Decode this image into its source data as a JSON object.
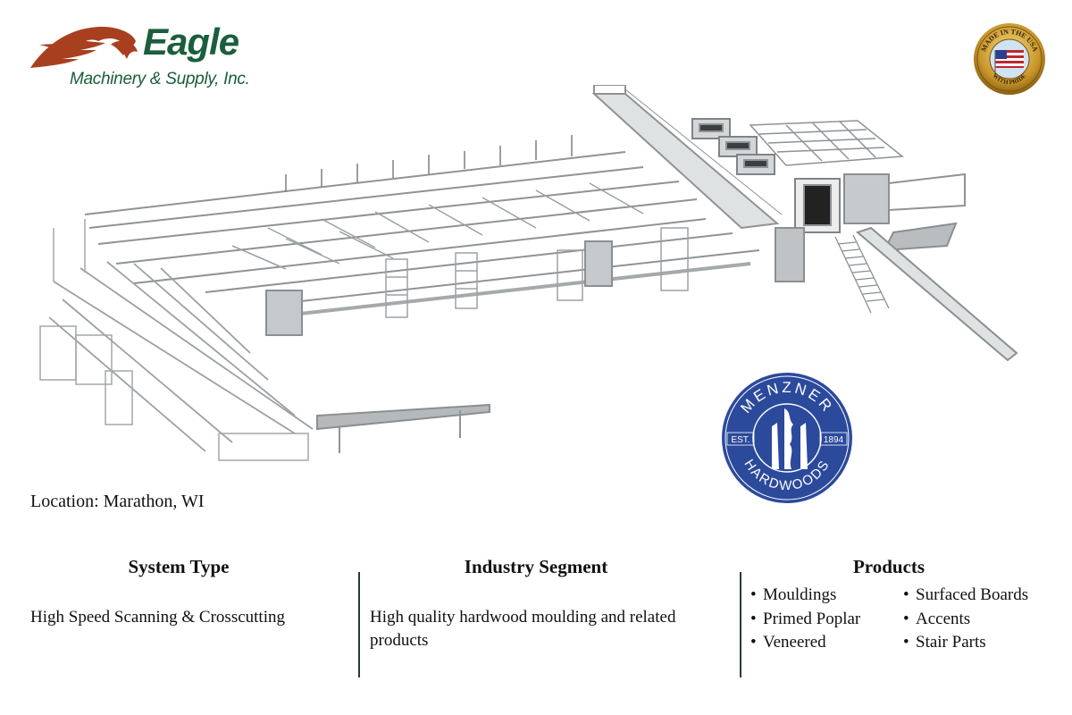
{
  "header": {
    "brand_name": "Eagle",
    "brand_subtitle": "Machinery & Supply, Inc.",
    "brand_color": "#1b5e3b",
    "eagle_icon_color": "#a8401f",
    "seal": {
      "top_text": "MADE IN THE USA",
      "bottom_text": "WITH PRIDE",
      "icon": "us-flag-icon"
    }
  },
  "customer_logo": {
    "name": "MENZNER",
    "subtitle": "HARDWOODS",
    "est_label": "EST.",
    "est_year": "1894",
    "color": "#2c4a9c"
  },
  "location": "Location: Marathon, WI",
  "sections": {
    "system_type": {
      "title": "System Type",
      "value": "High Speed Scanning & Crosscutting"
    },
    "industry_segment": {
      "title": "Industry Segment",
      "value": "High quality hardwood moulding and related products"
    },
    "products": {
      "title": "Products",
      "bullet": "•",
      "column_1": [
        "Mouldings",
        "Primed Poplar",
        "Veneered"
      ],
      "column_2": [
        "Surfaced Boards",
        "Accents",
        "Stair Parts"
      ]
    }
  }
}
